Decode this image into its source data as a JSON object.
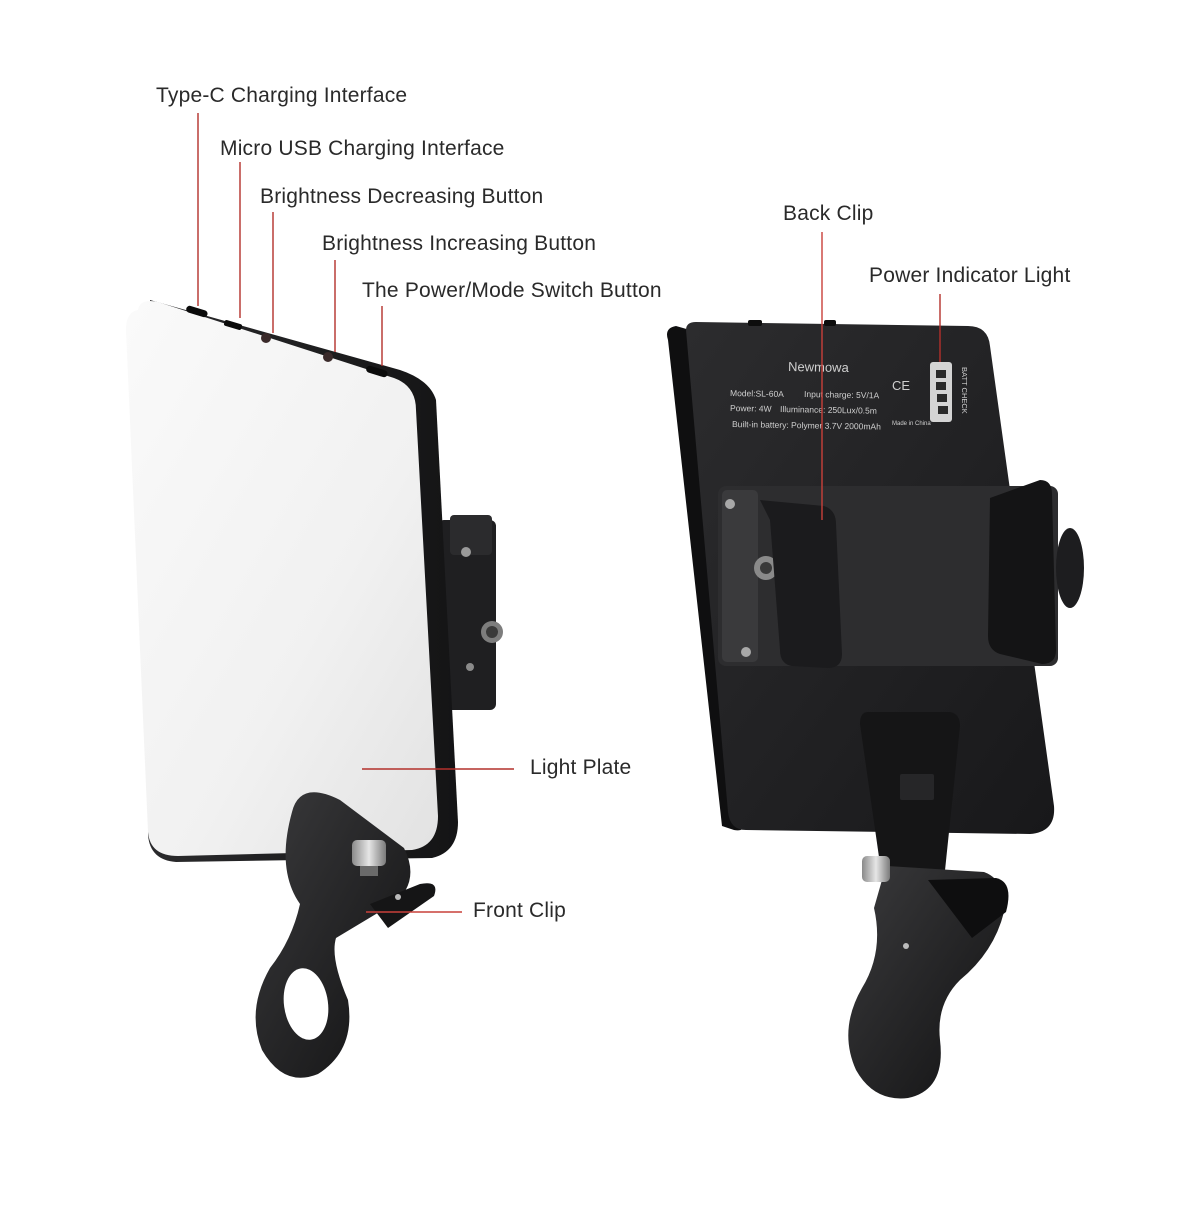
{
  "callouts": {
    "type_c": "Type-C Charging Interface",
    "micro_usb": "Micro USB Charging Interface",
    "brightness_down": "Brightness Decreasing Button",
    "brightness_up": "Brightness Increasing Button",
    "power_mode": "The Power/Mode Switch Button",
    "light_plate": "Light Plate",
    "front_clip": "Front Clip",
    "back_clip": "Back Clip",
    "power_indicator": "Power Indicator Light"
  },
  "back_label": {
    "brand": "Newmowa",
    "model": "Model:SL-60A",
    "input": "Input charge: 5V/1A",
    "power": "Power: 4W",
    "illuminance": "Illuminance: 250Lux/0.5m",
    "battery": "Built-in battery: Polymer 3.7V 2000mAh",
    "batt_check": "BATT CHECK",
    "ce": "CE",
    "made_in": "Made in China"
  },
  "colors": {
    "leader": "#b3302b",
    "body": "#1c1c1e",
    "panel": "#f4f4f4"
  }
}
